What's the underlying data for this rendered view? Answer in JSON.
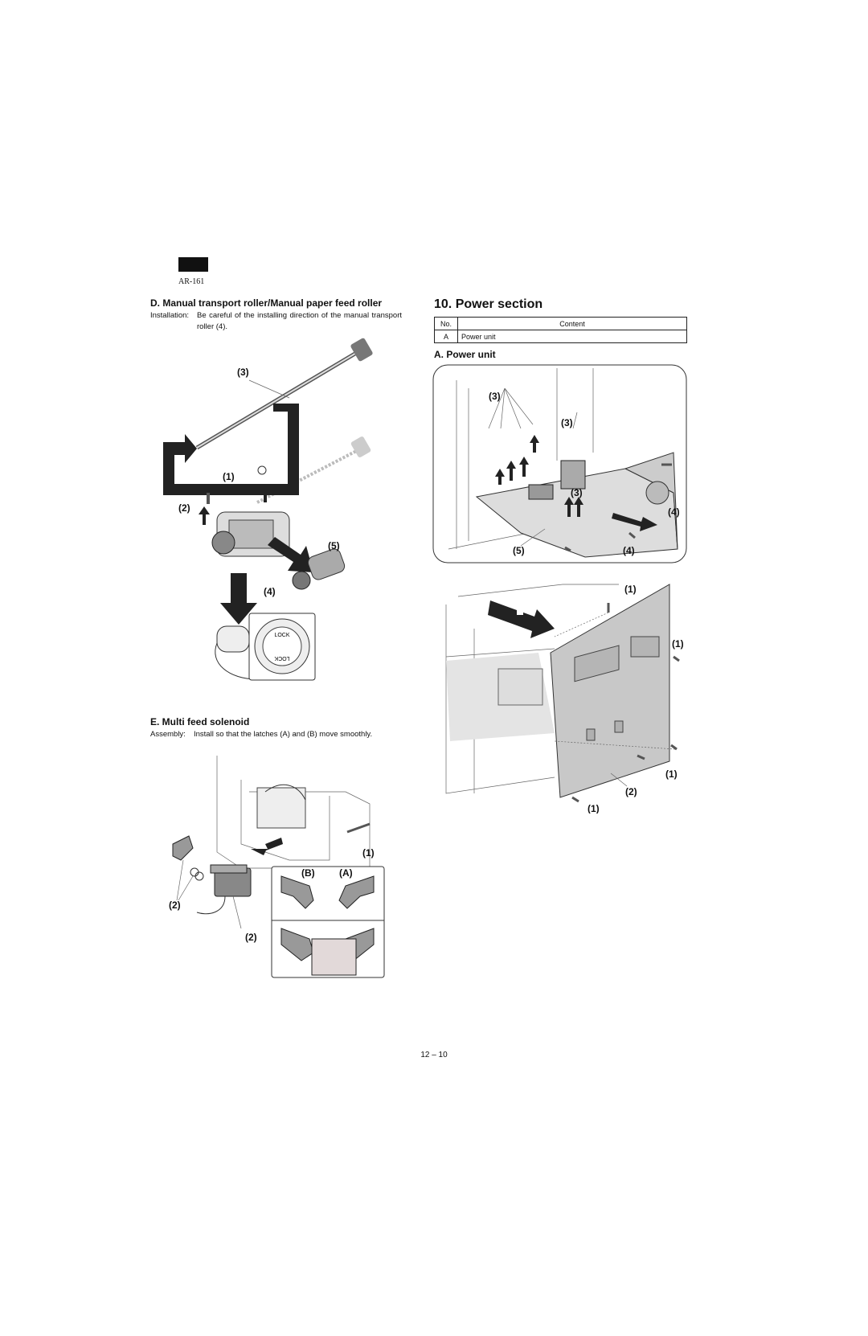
{
  "header": {
    "model": "AR-161"
  },
  "sectionD": {
    "title": "D.  Manual transport roller/Manual paper feed roller",
    "note_label": "Installation:",
    "note_text": "Be careful of the installing direction of the manual transport roller (4).",
    "callouts": [
      "(3)",
      "(1)",
      "(2)",
      "(5)",
      "(4)"
    ],
    "lock_text_top": "LOCK",
    "lock_text_bottom": "LOCK"
  },
  "sectionE": {
    "title": "E.  Multi feed solenoid",
    "note_label": "Assembly:",
    "note_text": "Install so that the latches (A) and (B) move smoothly.",
    "callouts": [
      "(1)",
      "(2)",
      "(2)",
      "(B)",
      "(A)"
    ]
  },
  "section10": {
    "title": "10.  Power section",
    "table": {
      "headers": [
        "No.",
        "Content"
      ],
      "rows": [
        [
          "A",
          "Power unit"
        ]
      ]
    },
    "subA_title": "A.  Power unit",
    "fig1_callouts": [
      "(3)",
      "(3)",
      "(3)",
      "(4)",
      "(5)",
      "(4)"
    ],
    "fig2_callouts": [
      "(1)",
      "(1)",
      "(1)",
      "(2)",
      "(1)"
    ]
  },
  "footer": {
    "page": "12 – 10"
  }
}
